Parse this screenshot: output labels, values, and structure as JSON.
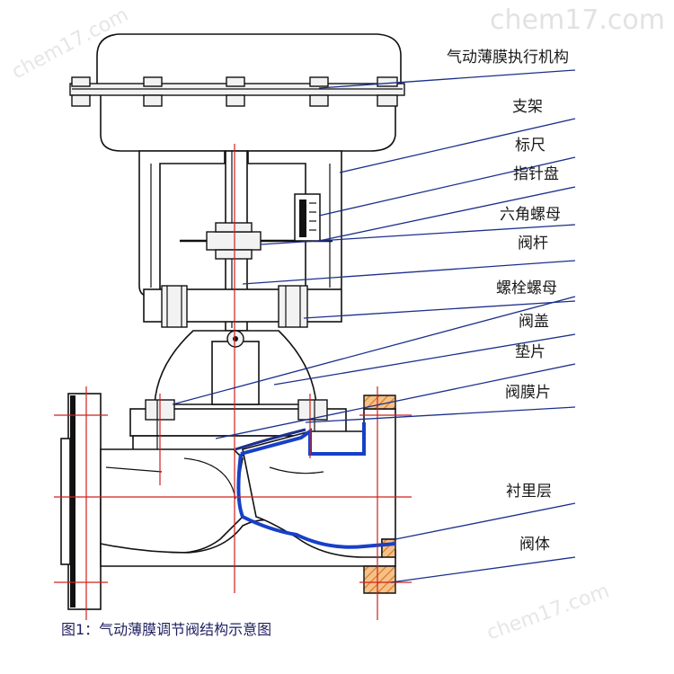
{
  "watermark": {
    "site": "chem17.com",
    "site_alt": "chem17.com"
  },
  "labels": [
    {
      "id": "actuator",
      "text": "气动薄膜执行机构"
    },
    {
      "id": "bracket",
      "text": "支架"
    },
    {
      "id": "scale",
      "text": "标尺"
    },
    {
      "id": "pointer",
      "text": "指针盘"
    },
    {
      "id": "hex-nut",
      "text": "六角螺母"
    },
    {
      "id": "stem",
      "text": "阀杆"
    },
    {
      "id": "bolt-nut",
      "text": "螺栓螺母"
    },
    {
      "id": "bonnet",
      "text": "阀盖"
    },
    {
      "id": "gasket",
      "text": "垫片"
    },
    {
      "id": "diaphragm",
      "text": "阀膜片"
    },
    {
      "id": "lining",
      "text": "衬里层"
    },
    {
      "id": "body",
      "text": "阀体"
    }
  ],
  "caption": "图1：气动薄膜调节阀结构示意图",
  "colors": {
    "leader": "#1c2f8c",
    "centerline": "#d0201e",
    "lining": "#1740c8",
    "hatch": "#e07a1e"
  }
}
